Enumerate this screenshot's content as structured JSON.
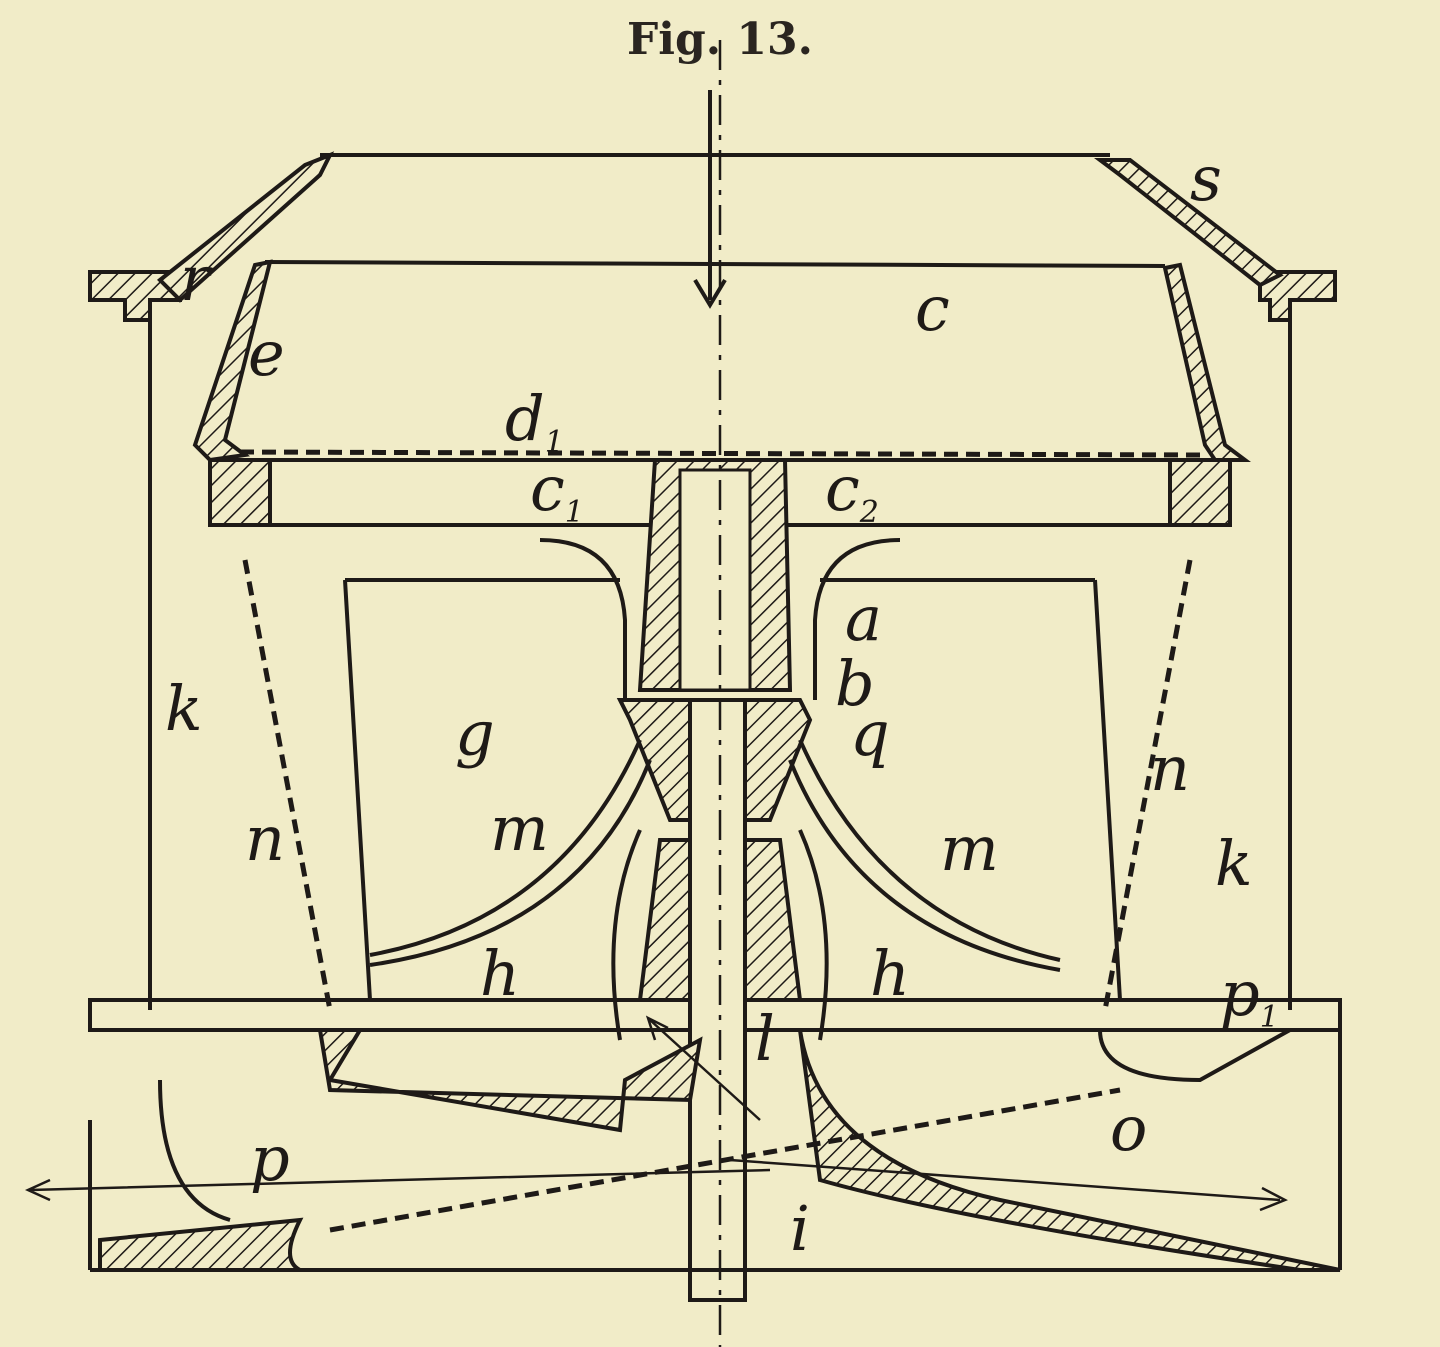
{
  "figure": {
    "title": "Fig. 13.",
    "labels": {
      "s": "s",
      "r": "r",
      "e": "e",
      "c": "c",
      "d1": "d",
      "d1_sub": "1",
      "c1": "c",
      "c1_sub": "1",
      "c2": "c",
      "c2_sub": "2",
      "a": "a",
      "b": "b",
      "q": "q",
      "g": "g",
      "k_left": "k",
      "k_right": "k",
      "n_left": "n",
      "n_right": "n",
      "m_left": "m",
      "m_right": "m",
      "h_left": "h",
      "h_right": "h",
      "l": "l",
      "p_left": "p",
      "p1": "p",
      "p1_sub": "1",
      "o": "o",
      "i": "i"
    }
  }
}
